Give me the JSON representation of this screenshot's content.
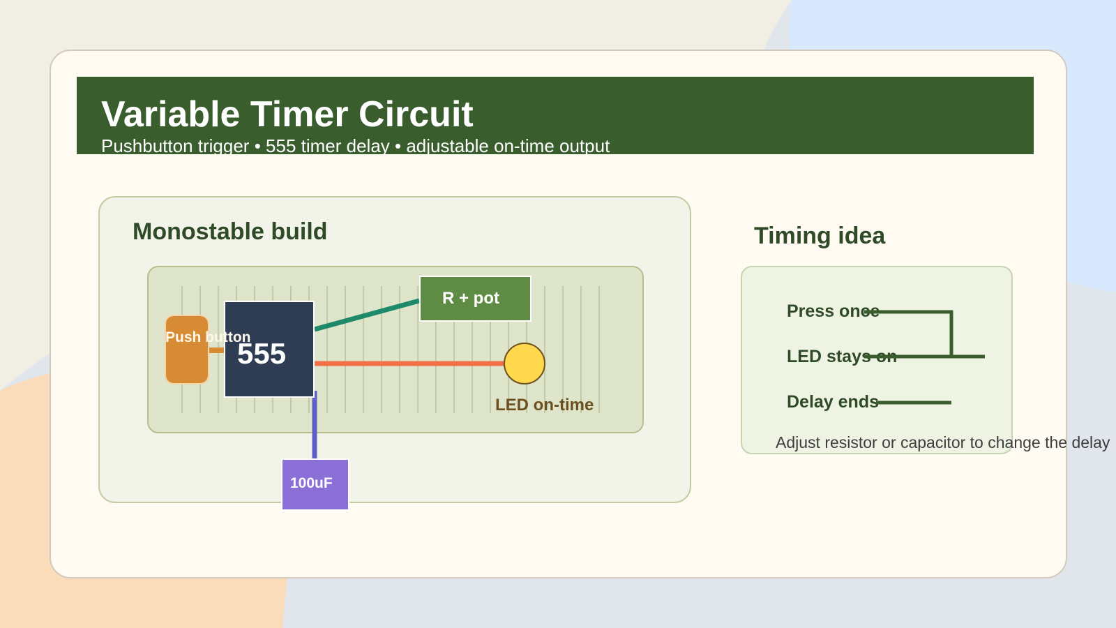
{
  "header": {
    "title": "Variable Timer Circuit",
    "subtitle": "Pushbutton trigger • 555 timer delay • adjustable on-time output"
  },
  "build": {
    "title": "Monostable build",
    "pushbutton_label": "Push button",
    "chip_label": "555",
    "resistor_label": "R + pot",
    "capacitor_label": "100uF",
    "led_label": "LED on-time"
  },
  "timing": {
    "title": "Timing idea",
    "lines": [
      "Press once",
      "LED stays on",
      "Delay ends"
    ],
    "note": "Adjust resistor or capacitor to change the delay"
  },
  "colors": {
    "header_bg": "#3a5d2e",
    "chip": "#2e3c54",
    "pushbutton": "#d88b35",
    "resistor": "#5e8c45",
    "capacitor": "#8a6fd6",
    "led": "#ffd84d",
    "wire_trigger": "#d88b35",
    "wire_resistor": "#1f8a6a",
    "wire_led": "#f07048",
    "wire_cap": "#5e5fc9",
    "timing_line": "#3a5d2e"
  },
  "icons": [
    "pushbutton-icon",
    "chip-icon",
    "resistor-icon",
    "capacitor-icon",
    "led-icon"
  ]
}
